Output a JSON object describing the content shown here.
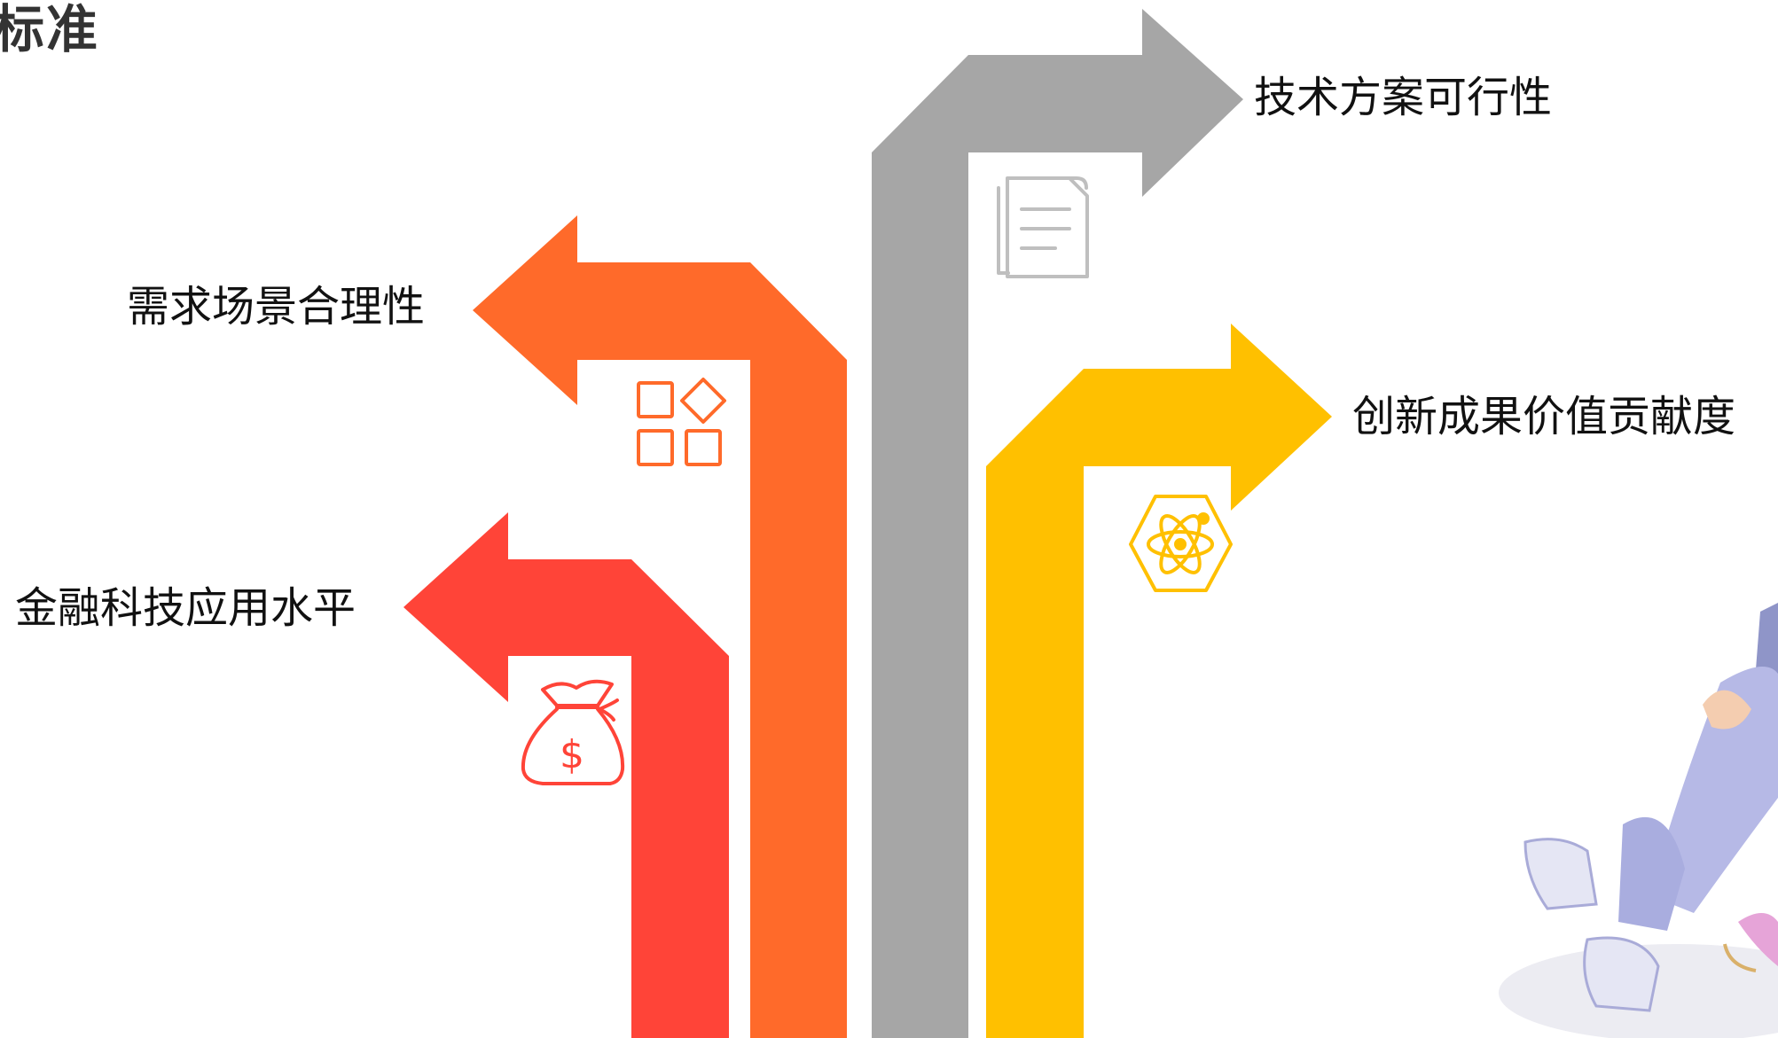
{
  "page": {
    "title_fragment": "标准"
  },
  "colors": {
    "tech": "#A6A6A6",
    "demand": "#FF6A2A",
    "fintech": "#FF4438",
    "innovation": "#FFC000",
    "icon_gray": "#BFBFBF"
  },
  "criteria": [
    {
      "id": "fintech",
      "label": "金融科技应用水平",
      "icon": "money-bag-icon",
      "direction": "left"
    },
    {
      "id": "demand",
      "label": "需求场景合理性",
      "icon": "apps-grid-icon",
      "direction": "left"
    },
    {
      "id": "tech",
      "label": "技术方案可行性",
      "icon": "document-icon",
      "direction": "right"
    },
    {
      "id": "innovation",
      "label": "创新成果价值贡献度",
      "icon": "atom-icon",
      "direction": "right"
    }
  ],
  "illustration": {
    "icon": "character-illustration"
  }
}
